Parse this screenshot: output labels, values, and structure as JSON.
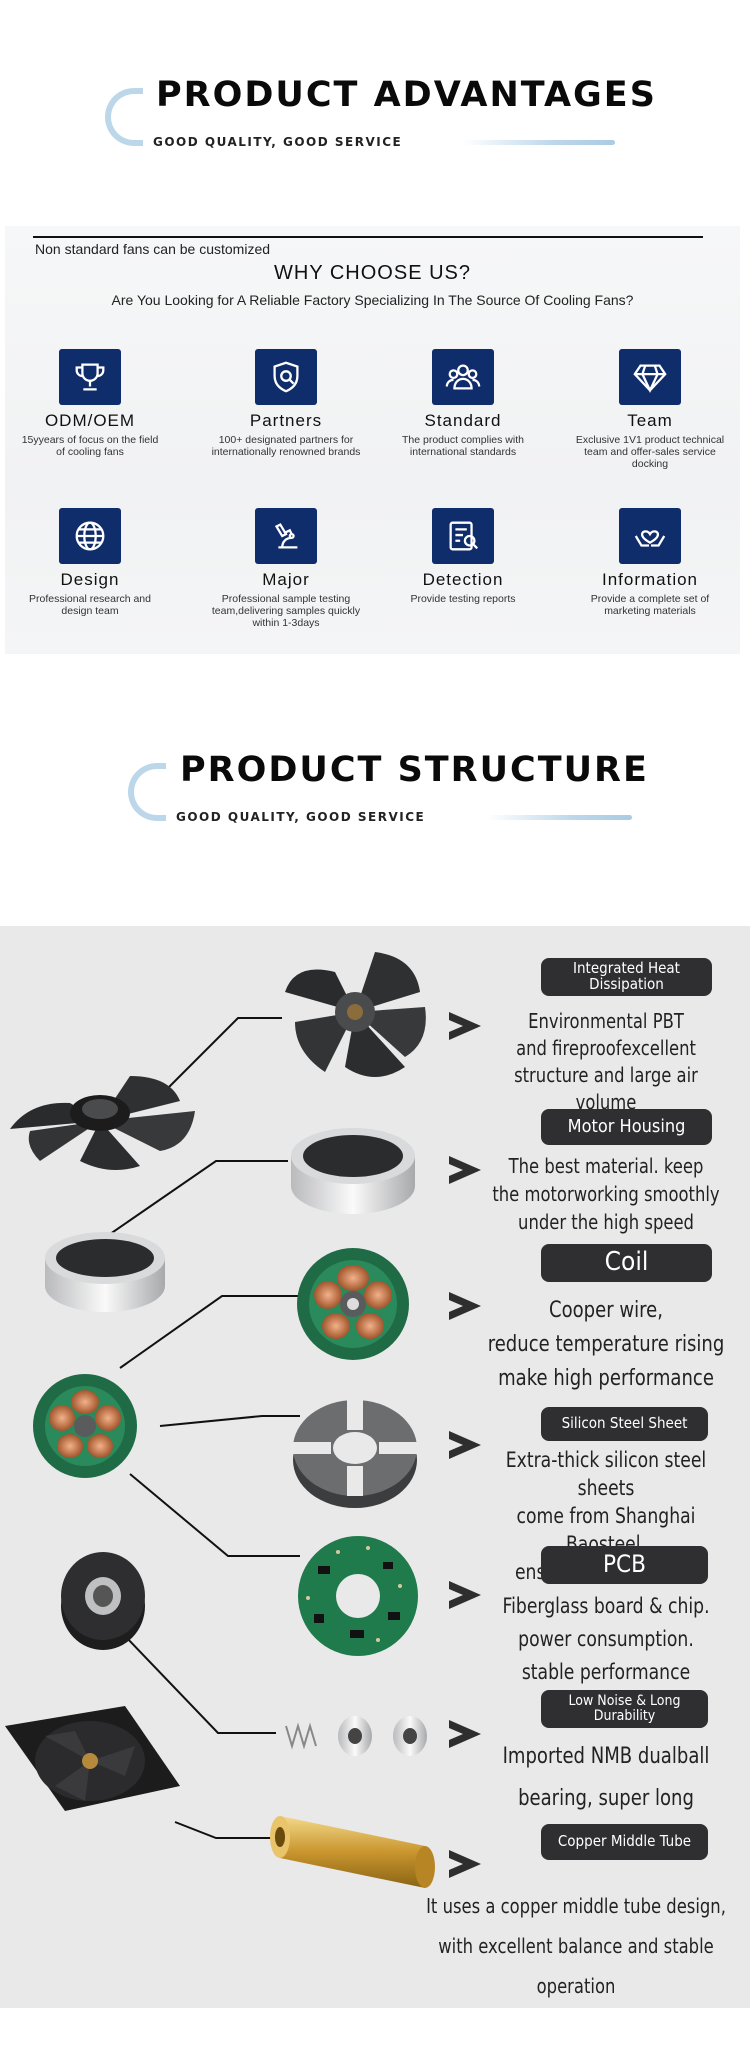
{
  "advantages_header": {
    "title": "PRODUCT ADVANTAGES",
    "subtitle": "GOOD QUALITY, GOOD SERVICE"
  },
  "why_choose": {
    "note": "Non standard fans can be customized",
    "title": "WHY CHOOSE US?",
    "lead": "Are You Looking for A Reliable Factory Specializing In The Source Of Cooling Fans?",
    "features": [
      {
        "icon": "trophy-icon",
        "name": "ODM/OEM",
        "desc": "15yyears of focus on the field of cooling fans"
      },
      {
        "icon": "shield-icon",
        "name": "Partners",
        "desc": "100+ designated partners for internationally renowned brands"
      },
      {
        "icon": "group-icon",
        "name": "Standard",
        "desc": "The product complies with international standards"
      },
      {
        "icon": "diamond-icon",
        "name": "Team",
        "desc": "Exclusive 1V1 product technical team and offer-sales service docking"
      },
      {
        "icon": "globe-icon",
        "name": "Design",
        "desc": "Professional research and design team"
      },
      {
        "icon": "microscope-icon",
        "name": "Major",
        "desc": "Professional sample testing team,delivering samples quickly within 1-3days"
      },
      {
        "icon": "report-icon",
        "name": "Detection",
        "desc": "Provide testing reports"
      },
      {
        "icon": "heart-hands-icon",
        "name": "Information",
        "desc": "Provide a complete set of marketing materials"
      }
    ]
  },
  "structure_header": {
    "title": "PRODUCT STRUCTURE",
    "subtitle": "GOOD QUALITY, GOOD SERVICE"
  },
  "structure": {
    "parts": [
      {
        "label": "Integrated Heat Dissipation",
        "desc_lines": [
          "Environmental PBT",
          "and fireproofexcellent",
          "structure and large air volume"
        ]
      },
      {
        "label": "Motor Housing",
        "desc_lines": [
          "The best material. keep",
          "the motorworking smoothly",
          "under the high speed"
        ]
      },
      {
        "label": "Coil",
        "desc_lines": [
          "Cooper wire,",
          "reduce temperature rising",
          "make high performance"
        ]
      },
      {
        "label": "Silicon Steel Sheet",
        "desc_lines": [
          "Extra-thick silicon steel sheets",
          "come from Shanghai Baosteel,",
          "ensuring fan stability"
        ]
      },
      {
        "label": "PCB",
        "desc_lines": [
          "Fiberglass board & chip.",
          "power consumption.",
          "stable performance"
        ]
      },
      {
        "label": "Low Noise & Long Durability",
        "desc_lines": [
          "Imported NMB dualball",
          "bearing, super long service"
        ]
      },
      {
        "label": "Copper Middle Tube",
        "desc_lines": [
          "It uses a copper middle tube design,",
          "with excellent balance and stable operation"
        ]
      }
    ]
  },
  "colors": {
    "accent_blue": "#0f2c6b",
    "header_line": "#bcd7ea",
    "pill_bg": "#2f2f31",
    "structure_bg": "#e9e9ea"
  }
}
